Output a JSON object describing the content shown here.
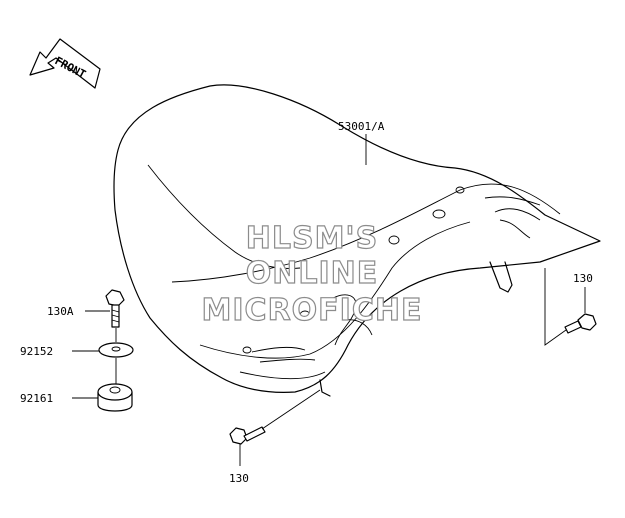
{
  "direction_marker": {
    "text": "FRONT"
  },
  "parts": {
    "seat": "53001/A",
    "bolt_left": "130A",
    "washer": "92152",
    "damper": "92161",
    "bolt_bottom": "130",
    "bolt_right": "130"
  },
  "watermark": [
    "HLSM'S",
    "ONLINE",
    "MICROFICHE"
  ]
}
